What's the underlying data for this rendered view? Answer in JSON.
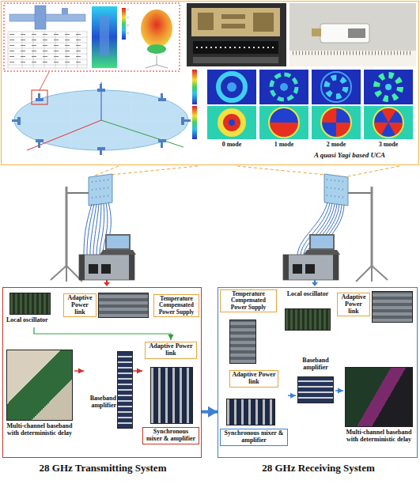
{
  "diagram": {
    "nodes": [
      {
        "text": [
          "A quasi Yagi based UCA"
        ]
      },
      {
        "text": [
          "28 GHz Transmitting System"
        ]
      },
      {
        "text": [
          "Local oscillator"
        ],
        "in": 1
      },
      {
        "text": [
          "Adaptive Power link"
        ],
        "in": 1
      },
      {
        "text": [
          "Temperature Compensated Power Supply"
        ],
        "in": 1
      },
      {
        "text": [
          "Multi-channel baseband with deterministic delay"
        ],
        "in": 1
      },
      {
        "text": [
          "Baseband amplifier"
        ],
        "in": 1
      },
      {
        "text": [
          "Adaptive Power link",
          "Synchronous mixer & amplifier"
        ],
        "in": 1
      },
      {
        "text": [
          "28 GHz Receiving System"
        ]
      },
      {
        "text": [
          "Temperature Compensated Power Supply"
        ],
        "in": 8
      },
      {
        "text": [
          "Local oscillator"
        ],
        "in": 8
      },
      {
        "text": [
          "Adaptive Power link"
        ],
        "in": 8
      },
      {
        "text": [
          "Adaptive Power link",
          "Synchronous mixer & amplifier"
        ],
        "in": 8
      },
      {
        "text": [
          "Baseband amplifier"
        ],
        "in": 8
      },
      {
        "text": [
          "Multi-channel baseband with deterministic delay"
        ],
        "in": 8
      }
    ],
    "edges": [
      {
        "from": 1,
        "to": 8,
        "arrow": "to"
      },
      {
        "from": 2,
        "to": 7,
        "arrow": "to"
      },
      {
        "from": 5,
        "to": 6,
        "arrow": "to"
      },
      {
        "from": 6,
        "to": 7,
        "arrow": "to"
      },
      {
        "from": 12,
        "to": 13,
        "arrow": "to"
      },
      {
        "from": 13,
        "to": 14,
        "arrow": "to"
      }
    ],
    "labels": [
      "0 mode",
      "1 mode",
      "2 mode",
      "3 mode"
    ]
  }
}
